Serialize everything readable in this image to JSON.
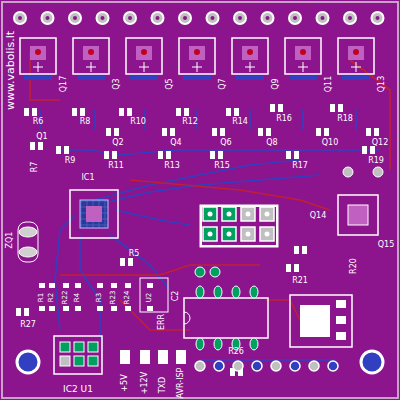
{
  "diagram": {
    "labels": [
      "www.vabolis.lt",
      "Q17",
      "Q3",
      "Q5",
      "Q7",
      "Q9",
      "Q11",
      "Q13",
      "R6",
      "R8",
      "R10",
      "R12",
      "R14",
      "R16",
      "R18",
      "Q1",
      "Q2",
      "Q4",
      "Q6",
      "Q8",
      "Q10",
      "Q12",
      "R7",
      "R9",
      "R11",
      "R13",
      "R15",
      "R17",
      "R19",
      "IC1",
      "ZQ1",
      "Q14",
      "Q15",
      "R5",
      "R20",
      "R21",
      "R1",
      "R2",
      "R22",
      "R4",
      "R3",
      "R23",
      "R24",
      "U2",
      "C2",
      "R27",
      "ERR",
      "+5V",
      "+12V",
      "TXD",
      "AVR-ISP",
      "IC2 U1",
      "R26"
    ]
  }
}
